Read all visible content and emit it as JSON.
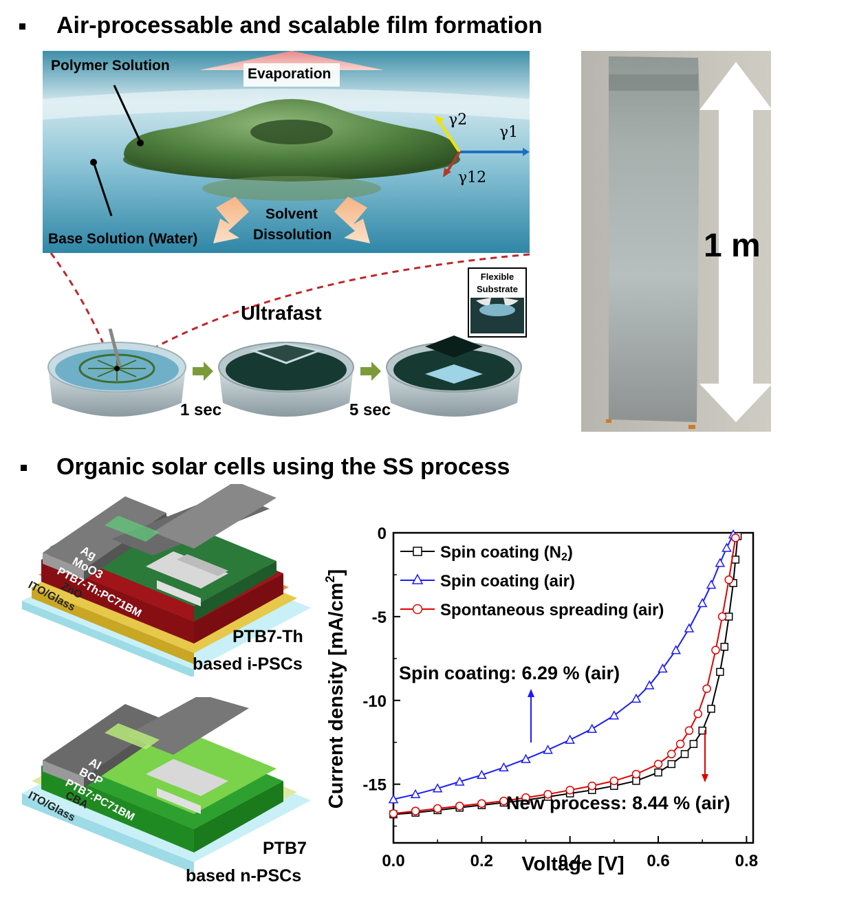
{
  "section1": {
    "heading": "Air-processable and scalable film formation",
    "diagram": {
      "polymer_label": "Polymer Solution",
      "evaporation_label": "Evaporation",
      "base_label": "Base Solution (Water)",
      "solvent_label_line1": "Solvent",
      "solvent_label_line2": "Dissolution",
      "gamma1": "γ1",
      "gamma2": "γ2",
      "gamma12": "γ12",
      "ultrafast_label": "Ultrafast",
      "flexible_label_line1": "Flexible",
      "flexible_label_line2": "Substrate",
      "time1": "1 sec",
      "time2": "5 sec"
    },
    "photo": {
      "scale_label": "1 m"
    }
  },
  "section2": {
    "heading": "Organic solar cells using the SS process",
    "device1": {
      "layers": [
        "Ag",
        "MoO3",
        "PTB7-Th:PC71BM",
        "ZnO",
        "ITO/Glass"
      ],
      "caption_line1": "PTB7-Th",
      "caption_line2": "based i-PSCs"
    },
    "device2": {
      "layers": [
        "Al",
        "BCP",
        "PTB7:PC71BM",
        "CBA",
        "ITO/Glass"
      ],
      "caption_line1": "PTB7",
      "caption_line2": "based n-PSCs"
    }
  },
  "colors": {
    "n2_series": "#000000",
    "air_series": "#1a1aff",
    "ss_series": "#e00000",
    "polymer_green": "#4a7a3a",
    "water_blue": "#5fa8c4"
  },
  "chart_data": {
    "type": "line",
    "xlabel": "Voltage [V]",
    "ylabel": "Current density [mA/cm",
    "ylabel_superscript": "2",
    "ylabel_end": "]",
    "xlim": [
      0,
      0.8
    ],
    "ylim": [
      -18.5,
      0
    ],
    "xticks": [
      "0.0",
      "0.2",
      "0.4",
      "0.6",
      "0.8"
    ],
    "yticks": [
      "0",
      "-5",
      "-10",
      "-15"
    ],
    "series": [
      {
        "name": "Spin coating (N2)",
        "name_main": "Spin coating (N",
        "name_sub": "2",
        "name_end": ")",
        "color": "#000000",
        "marker": "square",
        "x": [
          0.0,
          0.05,
          0.1,
          0.15,
          0.2,
          0.25,
          0.3,
          0.35,
          0.4,
          0.45,
          0.5,
          0.55,
          0.6,
          0.63,
          0.66,
          0.68,
          0.7,
          0.72,
          0.74,
          0.75,
          0.76,
          0.77,
          0.775,
          0.78
        ],
        "y": [
          -16.8,
          -16.7,
          -16.55,
          -16.4,
          -16.25,
          -16.1,
          -15.95,
          -15.75,
          -15.55,
          -15.35,
          -15.1,
          -14.8,
          -14.3,
          -13.8,
          -13.2,
          -12.6,
          -11.8,
          -10.5,
          -8.3,
          -6.8,
          -5.0,
          -3.0,
          -1.6,
          -0.2
        ]
      },
      {
        "name": "Spin coating (air)",
        "color": "#1a1aff",
        "marker": "triangle",
        "x": [
          0.0,
          0.05,
          0.1,
          0.15,
          0.2,
          0.25,
          0.3,
          0.35,
          0.4,
          0.45,
          0.5,
          0.55,
          0.58,
          0.61,
          0.64,
          0.67,
          0.7,
          0.72,
          0.74,
          0.755,
          0.77
        ],
        "y": [
          -15.9,
          -15.6,
          -15.25,
          -14.85,
          -14.45,
          -14.0,
          -13.5,
          -12.95,
          -12.35,
          -11.7,
          -10.9,
          -9.9,
          -9.1,
          -8.1,
          -7.0,
          -5.7,
          -4.2,
          -3.1,
          -1.8,
          -0.9,
          -0.1
        ]
      },
      {
        "name": "Spontaneous spreading (air)",
        "color": "#e00000",
        "marker": "circle",
        "x": [
          0.0,
          0.05,
          0.1,
          0.15,
          0.2,
          0.25,
          0.3,
          0.35,
          0.4,
          0.45,
          0.5,
          0.55,
          0.6,
          0.63,
          0.65,
          0.67,
          0.69,
          0.71,
          0.73,
          0.745,
          0.76,
          0.775
        ],
        "y": [
          -16.75,
          -16.6,
          -16.45,
          -16.3,
          -16.15,
          -16.0,
          -15.8,
          -15.6,
          -15.35,
          -15.1,
          -14.8,
          -14.4,
          -13.8,
          -13.2,
          -12.6,
          -11.8,
          -10.8,
          -9.3,
          -7.0,
          -5.0,
          -2.8,
          -0.3
        ]
      }
    ],
    "annotations": {
      "spin_label": "Spin coating: 6.29 % (air)",
      "new_label": "New process: 8.44 % (air)"
    }
  }
}
